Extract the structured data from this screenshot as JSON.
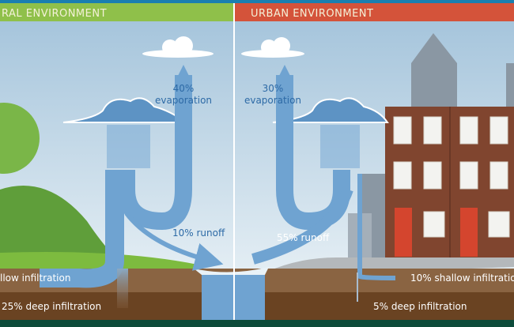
{
  "headers": {
    "rural": "RAL ENVIRONMENT",
    "urban": "URBAN ENVIRONMENT"
  },
  "rural": {
    "evaporation_pct": "40%",
    "evaporation_label": "evaporation",
    "runoff": "10% runoff",
    "shallow_infiltration": "llow infiltration",
    "deep_infiltration": "25% deep infiltration"
  },
  "urban": {
    "evaporation_pct": "30%",
    "evaporation_label": "evaporation",
    "runoff": "55% runoff",
    "shallow_infiltration": "10% shallow infiltratio",
    "deep_infiltration": "5% deep infiltration"
  },
  "colors": {
    "rural_header": "#8fc04a",
    "urban_header": "#d4533a",
    "sky": "#a8c7dd",
    "water": "#6fa3d1",
    "topsoil": "#8a6442",
    "deep_soil": "#6a4322",
    "footer": "#0d4b3a"
  }
}
